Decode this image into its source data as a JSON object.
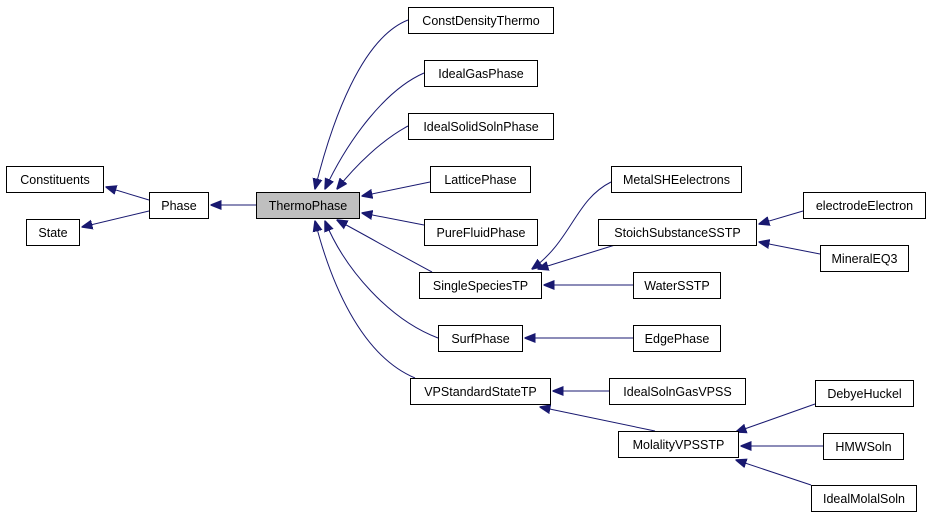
{
  "diagram": {
    "title": "",
    "colors": {
      "edge": "#191970",
      "node_border": "#000000",
      "highlight_fill": "#bfbfbf",
      "node_fill": "#ffffff"
    },
    "nodes": [
      {
        "id": "constdensity",
        "label": "ConstDensityThermo"
      },
      {
        "id": "idealgas",
        "label": "IdealGasPhase"
      },
      {
        "id": "idealsolid",
        "label": "IdealSolidSolnPhase"
      },
      {
        "id": "constituents",
        "label": "Constituents"
      },
      {
        "id": "lattice",
        "label": "LatticePhase"
      },
      {
        "id": "metalshe",
        "label": "MetalSHEelectrons"
      },
      {
        "id": "phase",
        "label": "Phase"
      },
      {
        "id": "thermophase",
        "label": "ThermoPhase",
        "highlight": true
      },
      {
        "id": "electrodeelectron",
        "label": "electrodeElectron"
      },
      {
        "id": "state",
        "label": "State"
      },
      {
        "id": "purefluid",
        "label": "PureFluidPhase"
      },
      {
        "id": "stoich",
        "label": "StoichSubstanceSSTP"
      },
      {
        "id": "mineraleq3",
        "label": "MineralEQ3"
      },
      {
        "id": "singlespecies",
        "label": "SingleSpeciesTP"
      },
      {
        "id": "watersstp",
        "label": "WaterSSTP"
      },
      {
        "id": "surfphase",
        "label": "SurfPhase"
      },
      {
        "id": "edgephase",
        "label": "EdgePhase"
      },
      {
        "id": "vpstandard",
        "label": "VPStandardStateTP"
      },
      {
        "id": "idealsolngas",
        "label": "IdealSolnGasVPSS"
      },
      {
        "id": "debyehuckel",
        "label": "DebyeHuckel"
      },
      {
        "id": "molality",
        "label": "MolalityVPSSTP"
      },
      {
        "id": "hmwsoln",
        "label": "HMWSoln"
      },
      {
        "id": "idealmolal",
        "label": "IdealMolalSoln"
      }
    ],
    "edges": [
      {
        "from": "phase",
        "to": "constituents"
      },
      {
        "from": "phase",
        "to": "state"
      },
      {
        "from": "thermophase",
        "to": "phase"
      },
      {
        "from": "constdensity",
        "to": "thermophase"
      },
      {
        "from": "idealgas",
        "to": "thermophase"
      },
      {
        "from": "idealsolid",
        "to": "thermophase"
      },
      {
        "from": "lattice",
        "to": "thermophase"
      },
      {
        "from": "purefluid",
        "to": "thermophase"
      },
      {
        "from": "singlespecies",
        "to": "thermophase"
      },
      {
        "from": "surfphase",
        "to": "thermophase"
      },
      {
        "from": "vpstandard",
        "to": "thermophase"
      },
      {
        "from": "metalshe",
        "to": "singlespecies"
      },
      {
        "from": "stoich",
        "to": "singlespecies"
      },
      {
        "from": "watersstp",
        "to": "singlespecies"
      },
      {
        "from": "electrodeelectron",
        "to": "stoich"
      },
      {
        "from": "mineraleq3",
        "to": "stoich"
      },
      {
        "from": "edgephase",
        "to": "surfphase"
      },
      {
        "from": "idealsolngas",
        "to": "vpstandard"
      },
      {
        "from": "molality",
        "to": "vpstandard"
      },
      {
        "from": "debyehuckel",
        "to": "molality"
      },
      {
        "from": "hmwsoln",
        "to": "molality"
      },
      {
        "from": "idealmolal",
        "to": "molality"
      }
    ]
  }
}
